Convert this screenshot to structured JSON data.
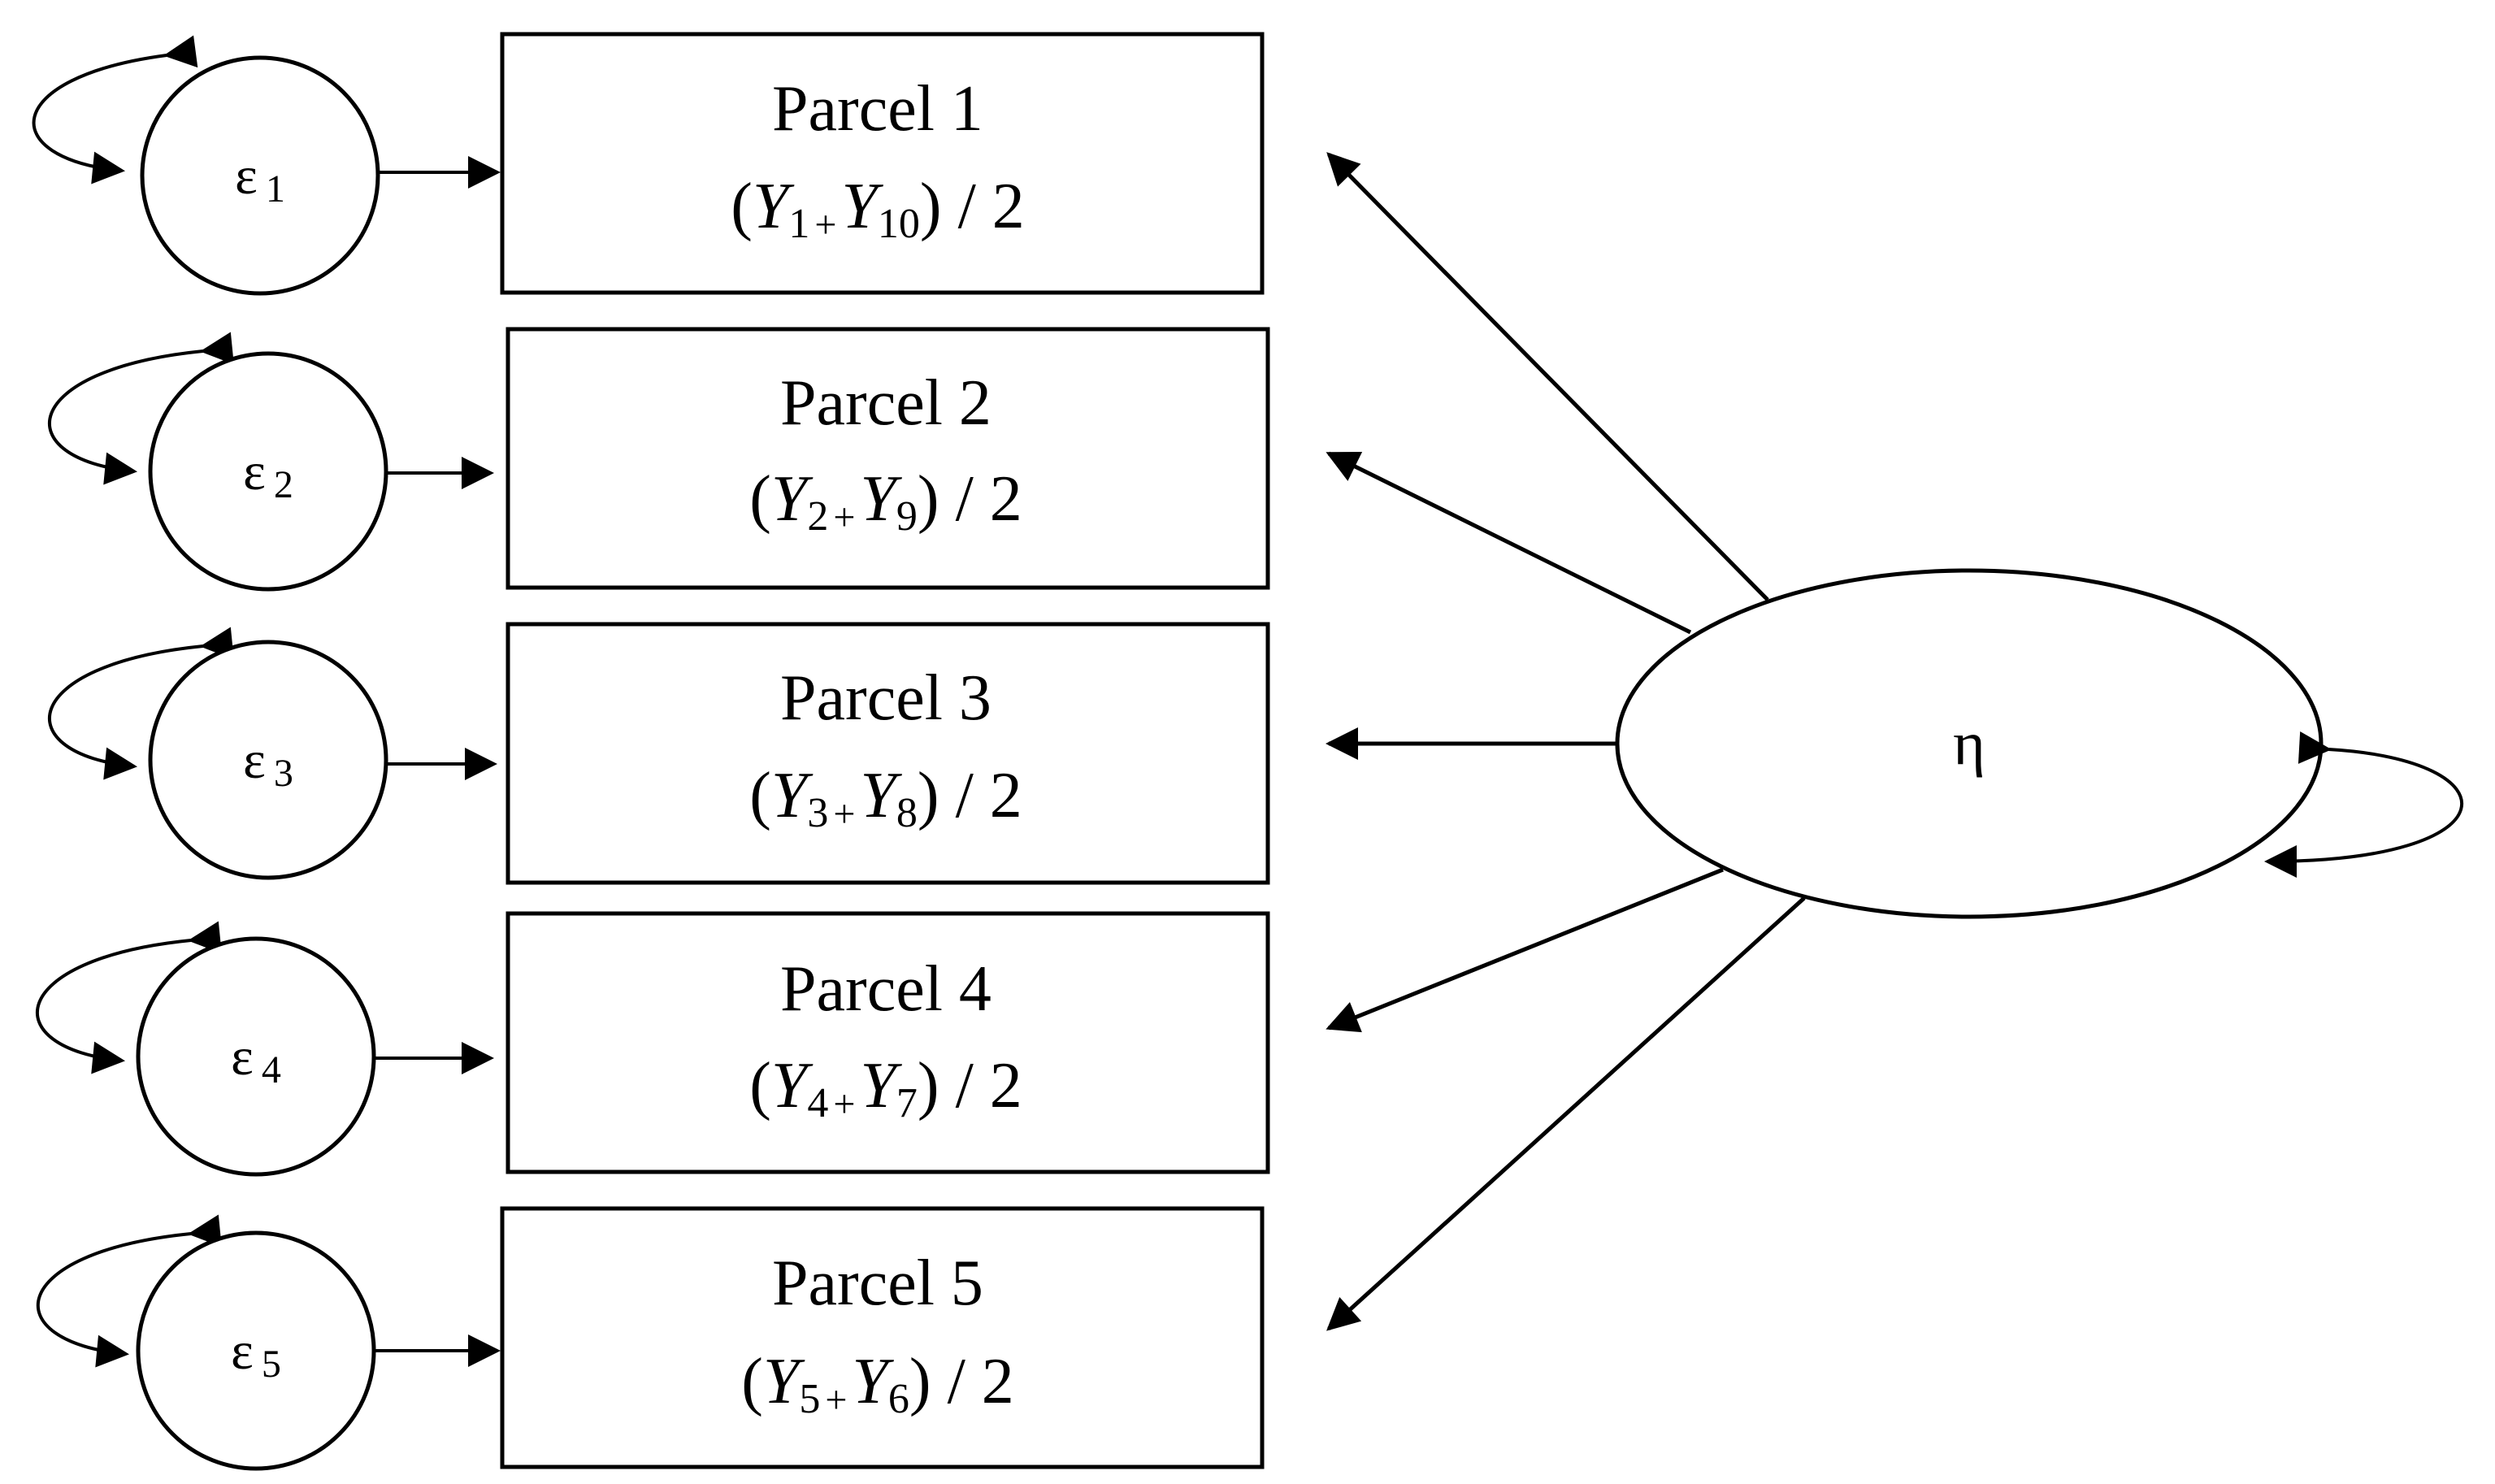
{
  "error_terms": [
    {
      "symbol": "ε",
      "index": "1"
    },
    {
      "symbol": "ε",
      "index": "2"
    },
    {
      "symbol": "ε",
      "index": "3"
    },
    {
      "symbol": "ε",
      "index": "4"
    },
    {
      "symbol": "ε",
      "index": "5"
    }
  ],
  "parcels": [
    {
      "title": "Parcel 1",
      "open": "(",
      "var": "Y",
      "a": "1",
      "plus": "+",
      "b": "10",
      "close": ") / 2"
    },
    {
      "title": "Parcel 2",
      "open": "(",
      "var": "Y",
      "a": "2",
      "plus": "+",
      "b": "9",
      "close": ") / 2"
    },
    {
      "title": "Parcel 3",
      "open": "(",
      "var": "Y",
      "a": "3",
      "plus": "+",
      "b": "8",
      "close": ") / 2"
    },
    {
      "title": "Parcel 4",
      "open": "(",
      "var": "Y",
      "a": "4",
      "plus": "+",
      "b": "7",
      "close": ") / 2"
    },
    {
      "title": "Parcel 5",
      "open": "(",
      "var": "Y",
      "a": "5",
      "plus": "+",
      "b": "6",
      "close": ") / 2"
    }
  ],
  "latent": {
    "symbol": "η"
  }
}
